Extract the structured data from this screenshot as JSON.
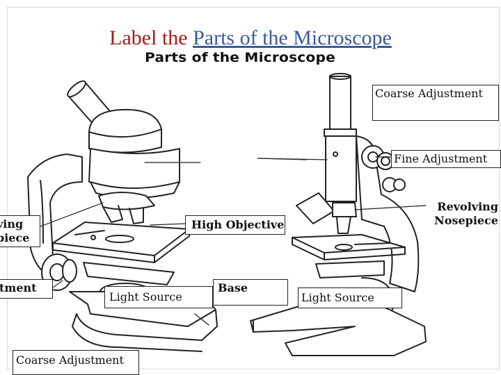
{
  "slide": {
    "title_prefix": "Label the ",
    "title_link": "Parts of the Microscope",
    "heading": "Parts of the Microscope"
  },
  "labels": {
    "coarse_adjustment_top": "Coarse Adjustment",
    "fine_adjustment": "Fine Adjustment",
    "revolving_nosepiece": "Revolving Nosepiece",
    "high_objective": "High Objective",
    "revolving_nosepiece_left": "ving piece",
    "adjustment_left": "tment",
    "light_source_left": "Light Source",
    "base": "Base",
    "light_source_right": "Light Source",
    "coarse_adjustment_bottom": "Coarse Adjustment"
  }
}
